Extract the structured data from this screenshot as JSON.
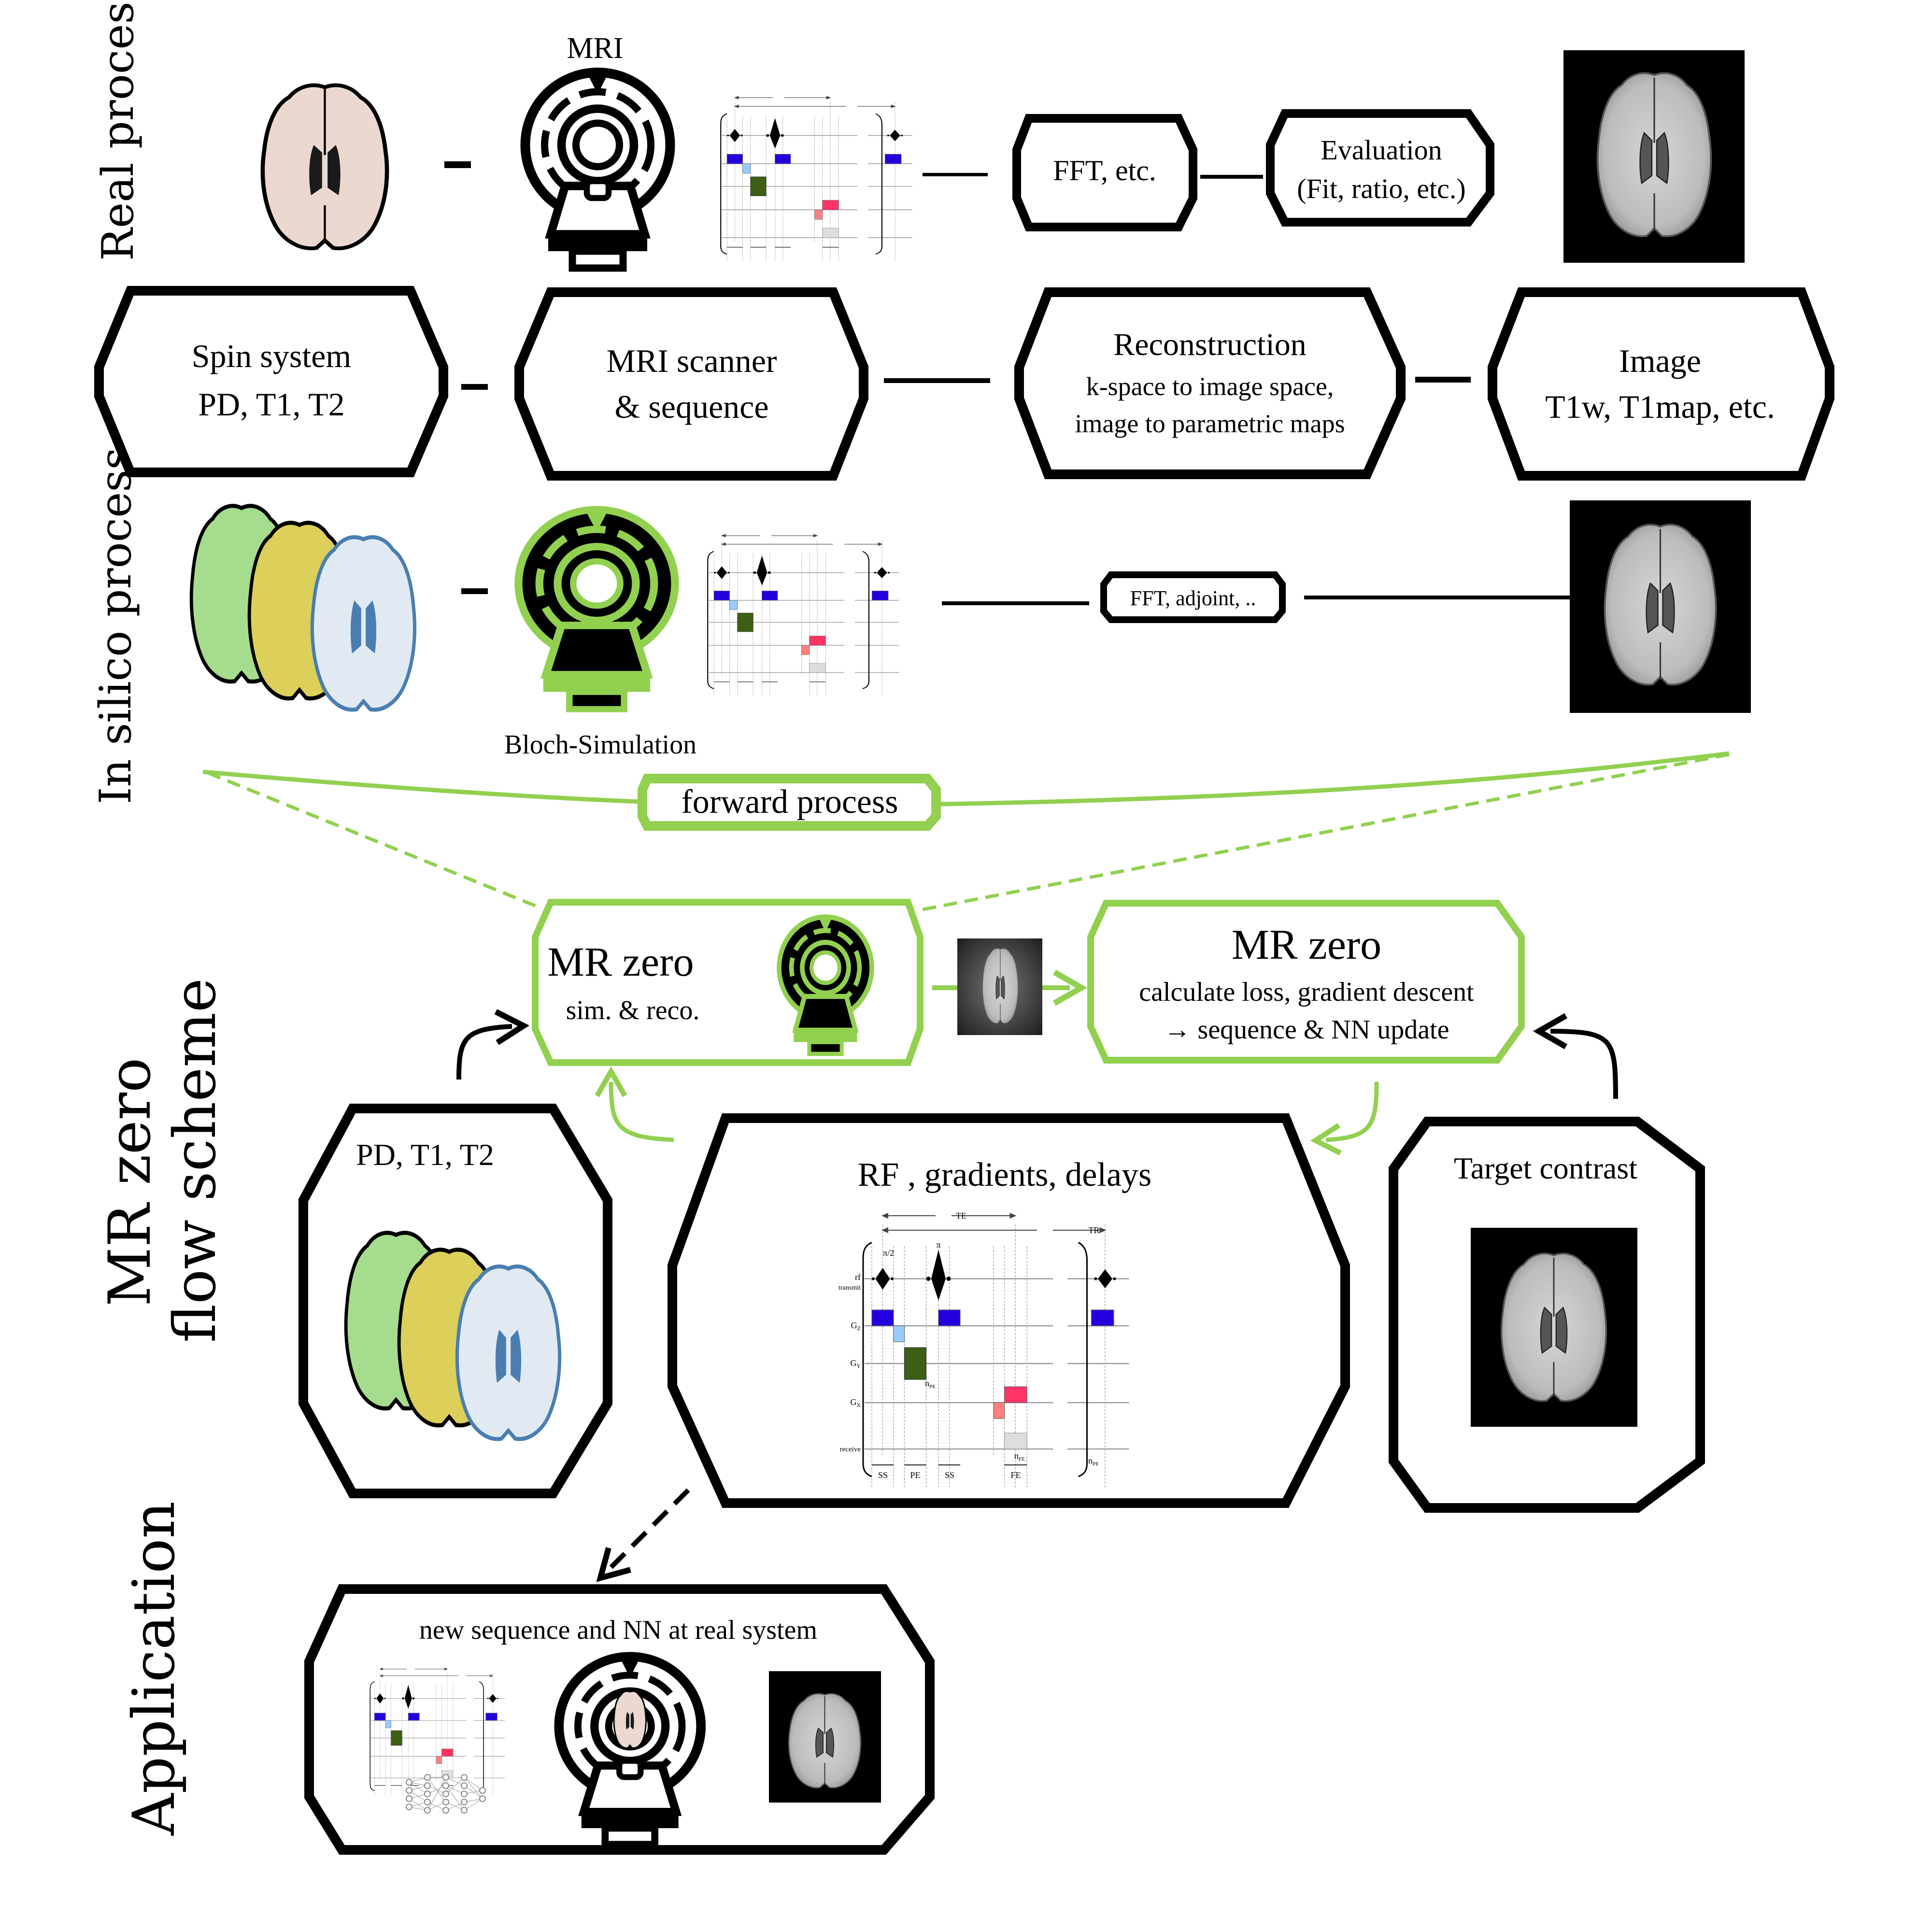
{
  "colors": {
    "green": "#92D050",
    "black": "#000000",
    "brain_pink": "#EBD9D0",
    "brain_pink_edge": "#D9B1A0",
    "brain_green": "#A5DC8E",
    "brain_yellow": "#DCCF5A",
    "brain_blue": "#E1EAF3",
    "brain_blue_edge": "#4A7EB0",
    "seq_blue": "#2200DD",
    "seq_lightblue": "#99CCFF",
    "seq_green": "#3D5F16",
    "seq_red": "#FF3366",
    "seq_salmon": "#FF8080"
  },
  "row_labels": {
    "real": "Real process",
    "silico": "In silico process",
    "mrzero_line1": "MR zero",
    "mrzero_line2": "flow scheme",
    "application": "Application"
  },
  "real_row": {
    "mri_label": "MRI",
    "fft_box": "FFT, etc.",
    "evaluation_line1": "Evaluation",
    "evaluation_line2": "(Fit, ratio, etc.)"
  },
  "concept_row": {
    "spin_line1": "Spin system",
    "spin_line2": "PD, T1, T2",
    "scanner_line1": "MRI scanner",
    "scanner_line2": "& sequence",
    "recon_line1": "Reconstruction",
    "recon_line2": "k-space to image space,",
    "recon_line3": "image to parametric maps",
    "image_line1": "Image",
    "image_line2": "T1w, T1map, etc."
  },
  "silico_row": {
    "fft_box": "FFT, adjoint, ..",
    "bloch_label": "Bloch-Simulation",
    "forward_process": "forward process"
  },
  "mrzero": {
    "left_title": "MR zero",
    "left_sub": "sim. & reco.",
    "right_title": "MR zero",
    "right_line1": "calculate loss, gradient descent",
    "right_line2": "→ sequence & NN update",
    "pd_box": "PD, T1, T2",
    "rf_box": "RF , gradients, delays",
    "target_box": "Target contrast"
  },
  "application": {
    "title": "new sequence and NN at real system"
  },
  "sequence_diagram": {
    "te_label": "TE",
    "tr_label": "TR",
    "pi_half": "π/2",
    "pi": "π",
    "rows": [
      "rf",
      "transmit",
      "G",
      "G",
      "G",
      "receive"
    ],
    "row_subs": [
      "",
      "",
      "Z",
      "Y",
      "X",
      ""
    ],
    "segments": [
      "SS",
      "PE",
      "SS",
      "FE"
    ],
    "n_pe": "n",
    "n_pe_sub": "PE",
    "n_fe": "n",
    "n_fe_sub": "FE"
  }
}
